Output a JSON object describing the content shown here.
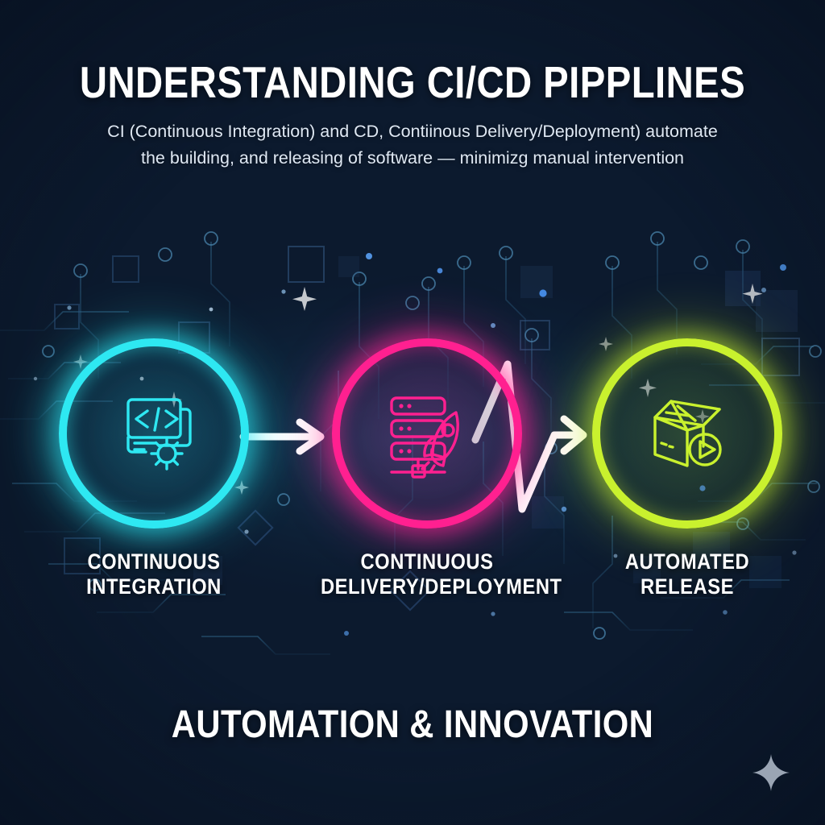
{
  "theme": {
    "background_dark": "#0c1a2e",
    "background_mid": "#102748",
    "text_primary": "#ffffff",
    "text_secondary": "#dfe8f3",
    "accent_cyan": "#2ee8f2",
    "accent_pink": "#ff2090",
    "accent_lime": "#c9f12e",
    "connector_white": "#ffffff",
    "sparkle_gray": "#9aa5b4"
  },
  "header": {
    "title": "UNDERSTANDING CI/CD PIPPLINES",
    "subtitle_line_1": "CI (Continuous Integration) and CD, Contiinous Delivery/Deployment) automate",
    "subtitle_line_2": "the building, and releasing of software — minimizg manual intervention"
  },
  "stages": [
    {
      "id": "continuous-integration",
      "label_line_1": "CONTINUOUS",
      "label_line_2": "INTEGRATION",
      "color": "#2ee8f2",
      "icon": "code-window-gear-icon"
    },
    {
      "id": "continuous-delivery-deployment",
      "label_line_1": "CONTINUOUS",
      "label_line_2": "DELIVERY/DEPLOYMENT",
      "color": "#ff2090",
      "icon": "server-rocket-icon"
    },
    {
      "id": "automated-release",
      "label_line_1": "AUTOMATED",
      "label_line_2": "RELEASE",
      "color": "#c9f12e",
      "icon": "open-box-play-icon"
    }
  ],
  "connectors": [
    {
      "id": "stage-1-to-2",
      "type": "straight-arrow",
      "color": "#ffffff"
    },
    {
      "id": "stage-2-to-3",
      "type": "pulse-zigzag-arrow",
      "color": "#ffffff"
    }
  ],
  "banner": {
    "text": "AUTOMATION & INNOVATION"
  },
  "decorations": {
    "sparkle": "four-point-star-icon"
  }
}
